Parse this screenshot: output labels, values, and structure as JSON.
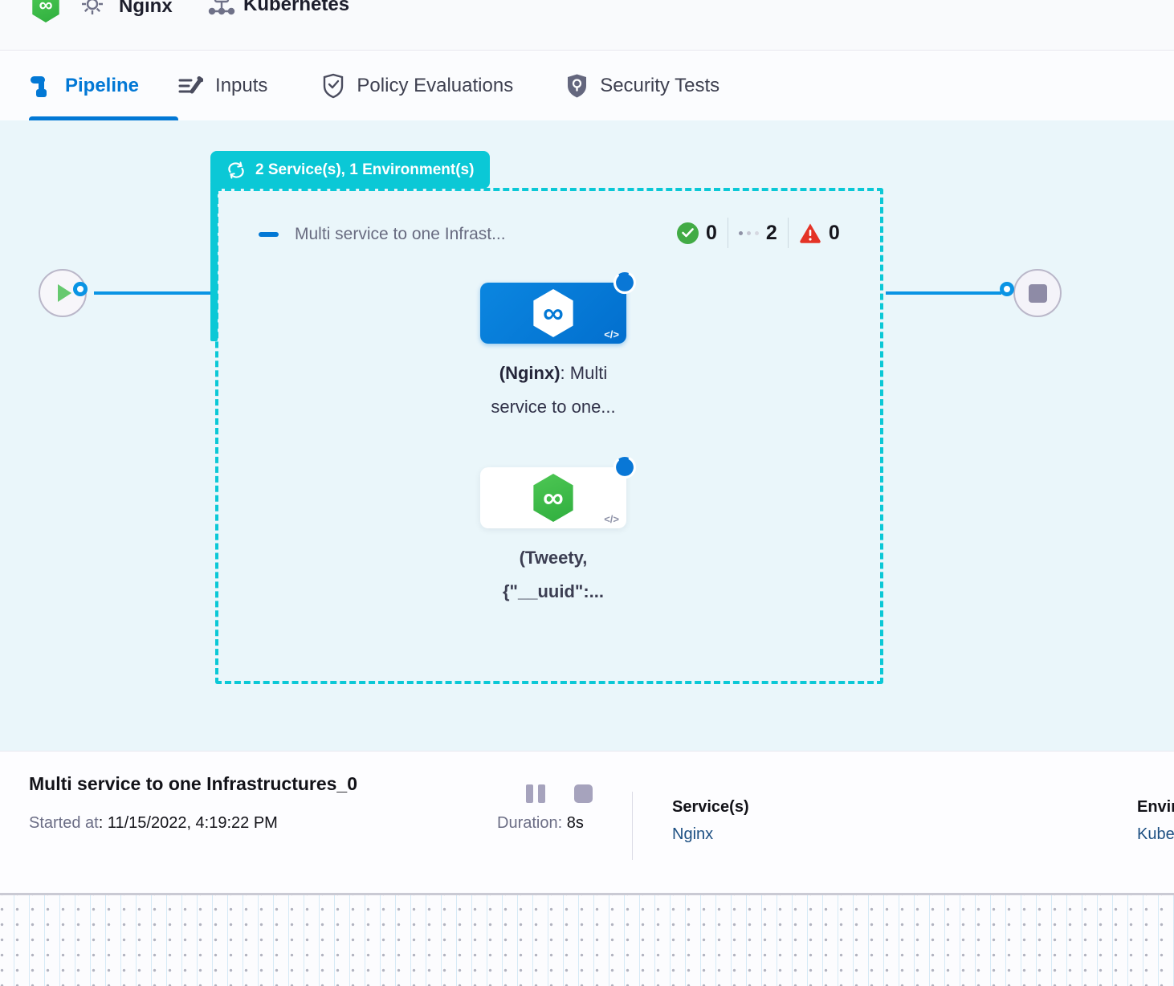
{
  "header": {
    "service_name": "Nginx",
    "environment_name": "Kubernetes"
  },
  "tabs": [
    {
      "label": "Pipeline"
    },
    {
      "label": "Inputs"
    },
    {
      "label": "Policy Evaluations"
    },
    {
      "label": "Security Tests"
    }
  ],
  "canvas": {
    "group_badge": "2 Service(s), 1 Environment(s)",
    "stage": {
      "title": "Multi service to one Infrast...",
      "success_count": "0",
      "pending_count": "2",
      "failed_count": "0"
    },
    "code_icon": "</>",
    "logo_glyph": "∞",
    "nodes": [
      {
        "name_bold": "(Nginx)",
        "name_rest": ": Multi",
        "line2": "service to one..."
      },
      {
        "line1": "(Tweety,",
        "line2": "{\"__uuid\":..."
      }
    ]
  },
  "footer": {
    "pipeline_title": "Multi service to one Infrastructures_0",
    "started_label": "Started at",
    "started_value": ": 11/15/2022, 4:19:22 PM",
    "duration_label": "Duration:",
    "duration_value": "8s",
    "services_label": "Service(s)",
    "services_value": "Nginx",
    "environments_label": "Environment(s)",
    "environments_value": "Kubernetes"
  },
  "colors": {
    "teal": "#0bc8d6",
    "primary_blue": "#0278d5",
    "edge_blue": "#0a94e4",
    "success_green": "#42ab45",
    "fail_red": "#e43326",
    "link_navy": "#1c4f82",
    "canvas_bg": "#eaf6fa"
  }
}
